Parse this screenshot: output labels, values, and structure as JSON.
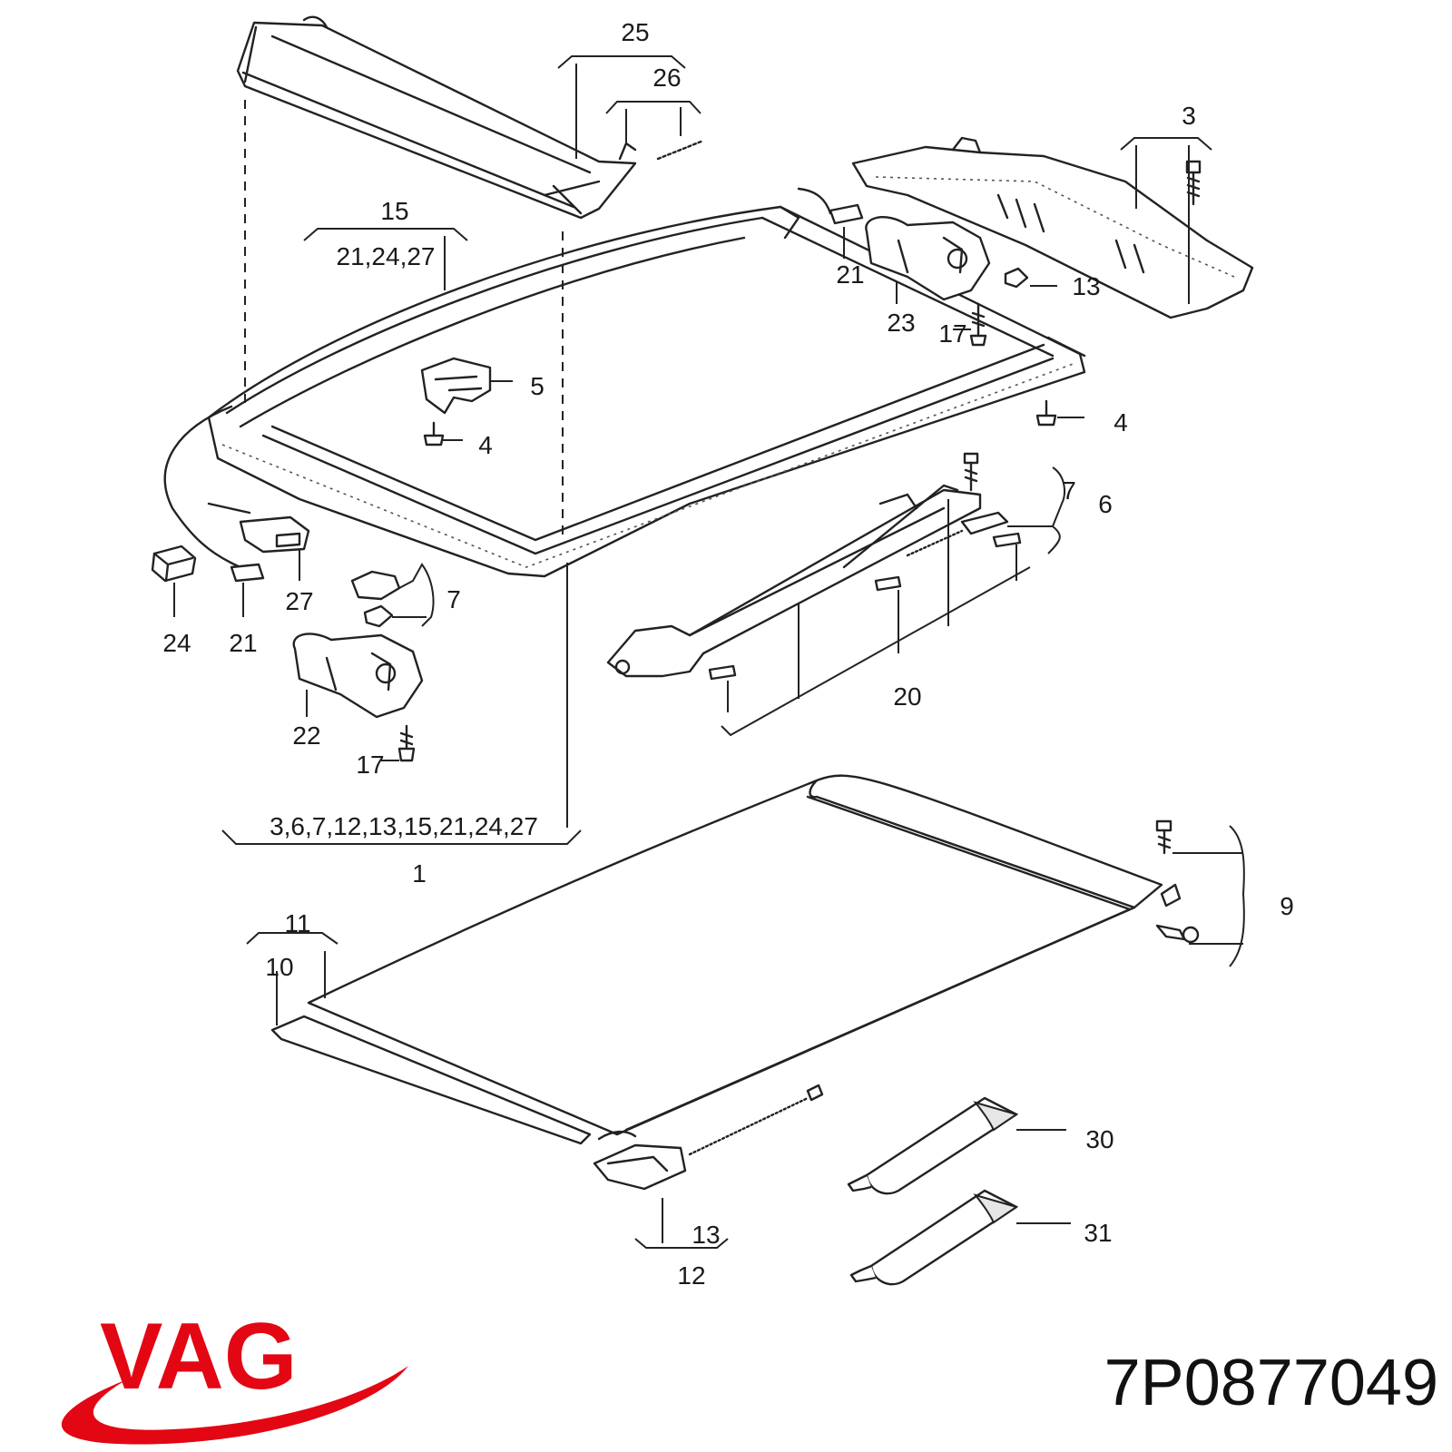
{
  "labels": {
    "l25": "25",
    "l26": "26",
    "l3": "3",
    "l15": "15",
    "l21_24_27": "21,24,27",
    "l21a": "21",
    "l23": "23",
    "l13a": "13",
    "l17a": "17",
    "l5": "5",
    "l4a": "4",
    "l4b": "4",
    "l7a": "7",
    "l6": "6",
    "l27": "27",
    "l24": "24",
    "l21b": "21",
    "l7b": "7",
    "l20": "20",
    "l22": "22",
    "l17b": "17",
    "l_assembly": "3,6,7,12,13,15,21,24,27",
    "l1": "1",
    "l11": "11",
    "l10": "10",
    "l9": "9",
    "l30": "30",
    "l31": "31",
    "l13b": "13",
    "l12": "12"
  },
  "brand": {
    "name": "VAG",
    "color": "#e30613"
  },
  "part_number": "7P0877049"
}
